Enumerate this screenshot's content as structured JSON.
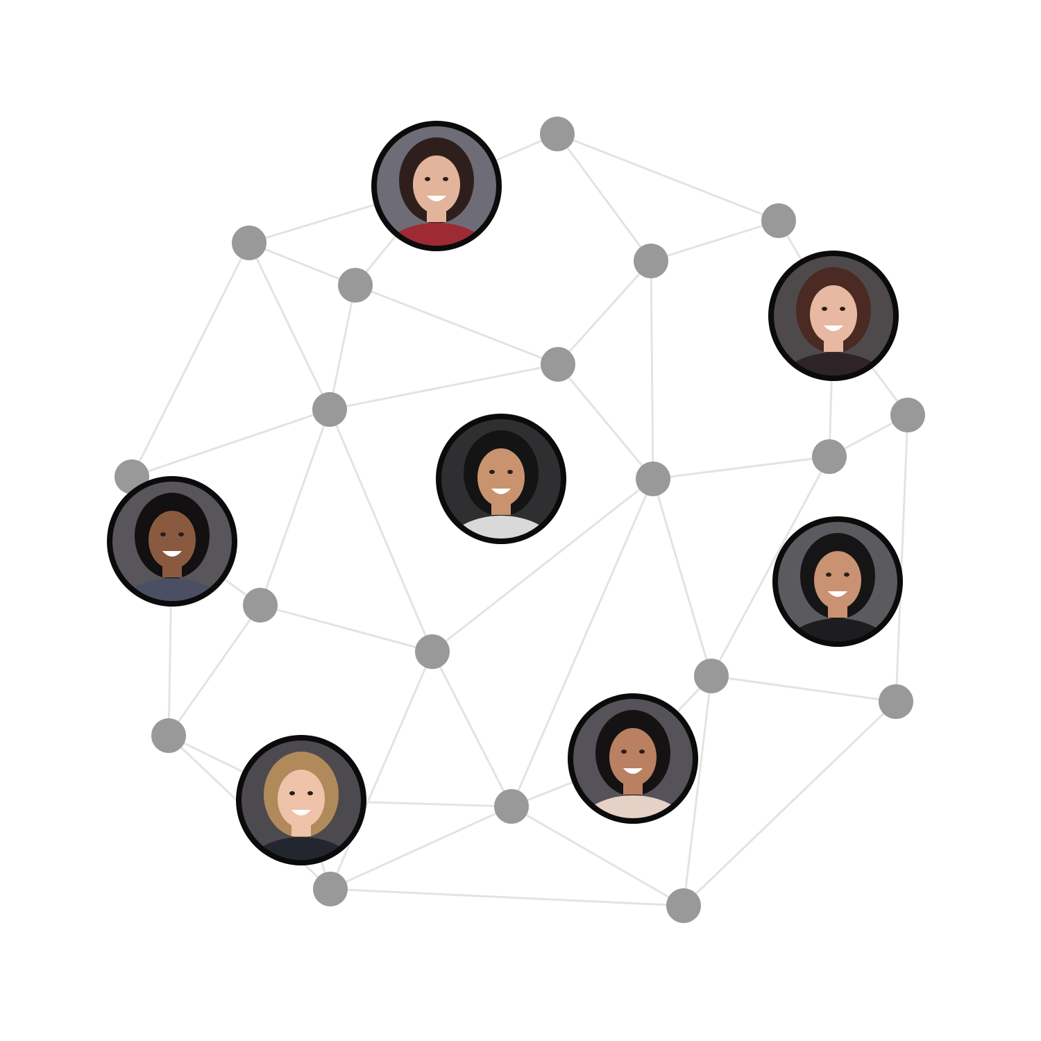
{
  "colors": {
    "background": "#ffffff",
    "edge": "#e3e3e3",
    "node": "#999999",
    "avatar_ring": "#0b0b0b"
  },
  "avatars": [
    {
      "name": "avatar-woman-dark-bob",
      "hair": "#2f1f1c",
      "skin": "#e2b49b",
      "shirt": "#9e2a33",
      "bg": "#6d6c77"
    },
    {
      "name": "avatar-woman-auburn-curls",
      "hair": "#4a2a22",
      "skin": "#e7b9a2",
      "shirt": "#2e2326",
      "bg": "#4e4a4c"
    },
    {
      "name": "avatar-young-man-center",
      "hair": "#141414",
      "skin": "#c9936f",
      "shirt": "#d9d9d9",
      "bg": "#2f2f31"
    },
    {
      "name": "avatar-woman-afro",
      "hair": "#121010",
      "skin": "#8a5a40",
      "shirt": "#4a4f63",
      "bg": "#58565b"
    },
    {
      "name": "avatar-man-beard",
      "hair": "#151515",
      "skin": "#c99273",
      "shirt": "#1d1d1f",
      "bg": "#5b5a5e"
    },
    {
      "name": "avatar-woman-long-dark-hair",
      "hair": "#151214",
      "skin": "#b98062",
      "shirt": "#e6d1c7",
      "bg": "#55525a"
    },
    {
      "name": "avatar-woman-blonde",
      "hair": "#b08a5a",
      "skin": "#eec3aa",
      "shirt": "#23252f",
      "bg": "#4c4a4e"
    }
  ]
}
